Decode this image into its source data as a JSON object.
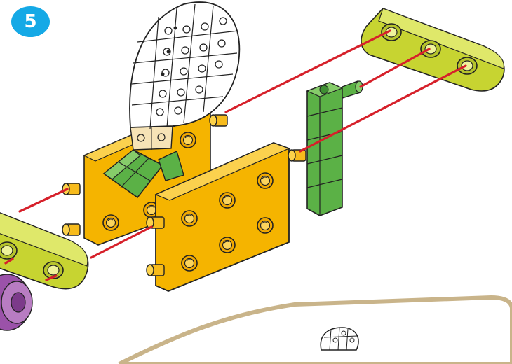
{
  "step": {
    "number": "5"
  },
  "colors": {
    "badge": "#15a9e6",
    "connector_yellow": "#f5b400",
    "beam_lime": "#d4e04a",
    "block_green": "#5bb146",
    "assembly_line": "#d6202a",
    "inset_border": "#c9b48a",
    "purple_part": "#9b52a9",
    "wing_white": "#ffffff"
  },
  "parts": [
    {
      "name": "long-beam-right",
      "icon": "lime-3-hole-beam"
    },
    {
      "name": "long-beam-left",
      "icon": "lime-3-hole-beam"
    },
    {
      "name": "connector-plate-front",
      "icon": "yellow-6-hole-plate"
    },
    {
      "name": "connector-plate-back",
      "icon": "yellow-6-hole-plate"
    },
    {
      "name": "green-rod-stack",
      "icon": "green-square-rod"
    },
    {
      "name": "wing-panel",
      "icon": "white-grid-panel"
    },
    {
      "name": "purple-wheel",
      "icon": "purple-disc"
    }
  ],
  "assembly_lines": 6,
  "inset": {
    "present": true
  }
}
